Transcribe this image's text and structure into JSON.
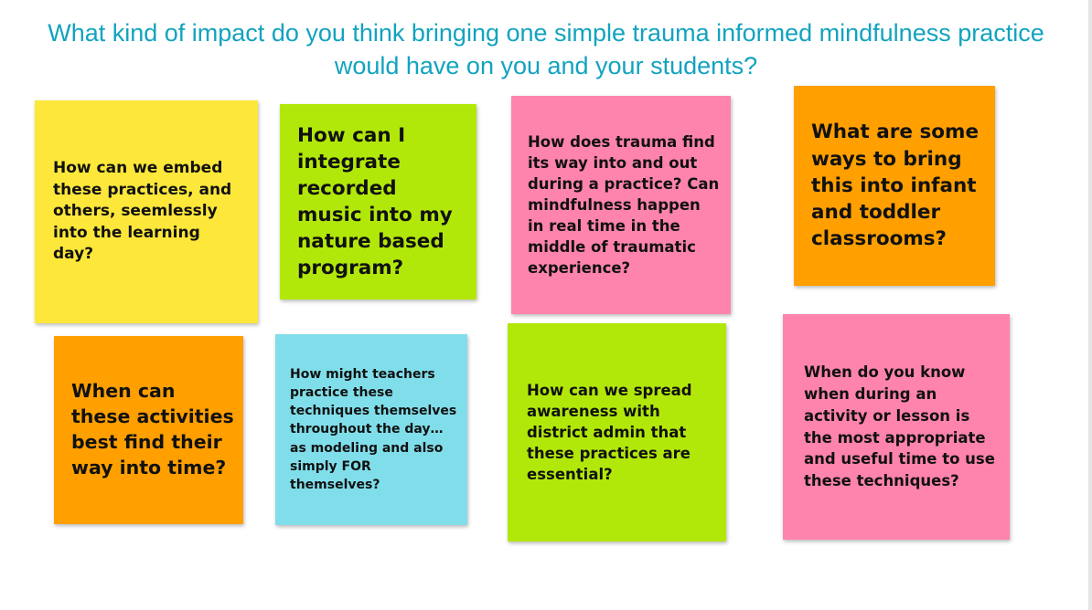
{
  "slide": {
    "title": "What kind of impact do you think bringing one simple trauma informed mindfulness practice would have on you and your students?",
    "notes": [
      {
        "color": "#fde73a",
        "text": "How can we embed these practices, and others, seemlessly into the learning day?"
      },
      {
        "color": "#b2e809",
        "text": "How can I integrate recorded music into my nature based program?"
      },
      {
        "color": "#ff84ad",
        "text": "How does trauma find its way into and out during a practice? Can mindfulness happen in real time in the middle of traumatic experience?"
      },
      {
        "color": "#ff9f00",
        "text": "What are some ways to bring this into infant and toddler classrooms?"
      },
      {
        "color": "#ff9f00",
        "text": "When can these activities best find their way into time?"
      },
      {
        "color": "#80deea",
        "text": "How might teachers practice these techniques themselves throughout the day… as modeling and also simply FOR themselves?"
      },
      {
        "color": "#b2e809",
        "text": "How can we spread awareness with district admin that these practices are essential?"
      },
      {
        "color": "#ff84ad",
        "text": "When do you know when during an activity or lesson is the most appropriate and useful time to use these techniques?"
      }
    ]
  }
}
